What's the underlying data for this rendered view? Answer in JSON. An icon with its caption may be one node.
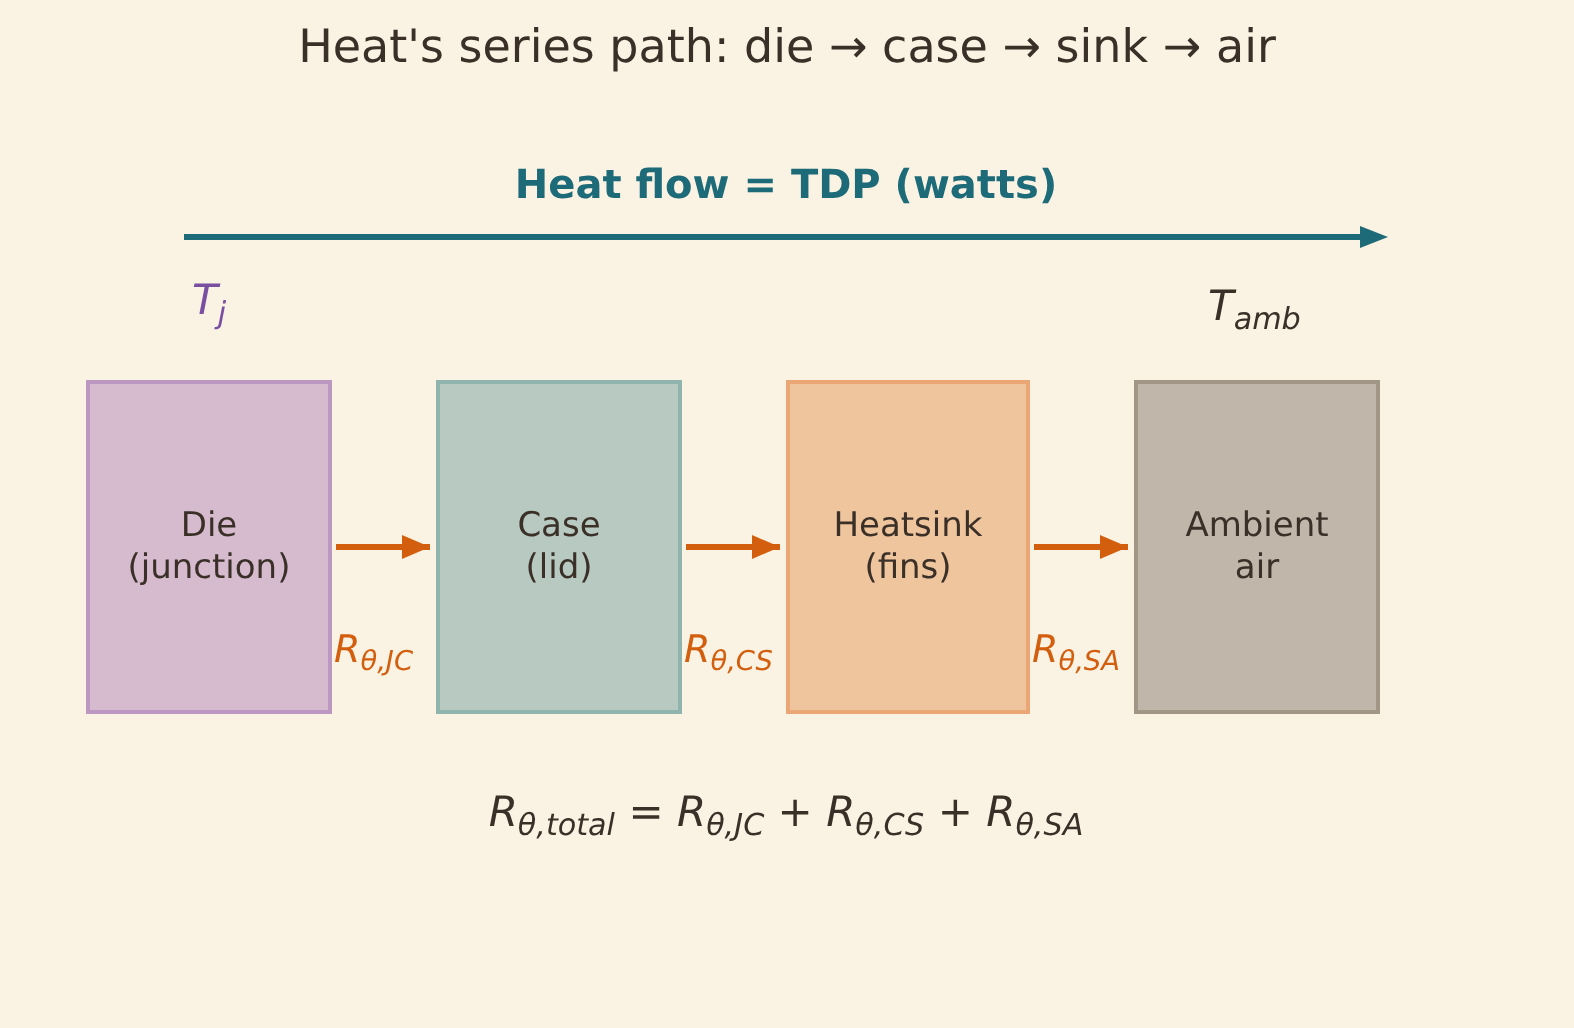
{
  "diagram": {
    "title": "Heat's series path: die → case → sink → air",
    "nodes": [
      {
        "text": [
          "Die (junction)"
        ],
        "beside": [
          "T$_{j}$"
        ]
      },
      {
        "text": [
          "Case (lid)"
        ]
      },
      {
        "text": [
          "Heatsink (fins)"
        ]
      },
      {
        "text": [
          "Ambient air"
        ],
        "beside": [
          "T$_{amb}$"
        ]
      }
    ],
    "edges": [
      {
        "from": 0,
        "to": 1,
        "arrow": "to",
        "label": "R$_{θ,JC}$"
      },
      {
        "from": 1,
        "to": 2,
        "arrow": "to",
        "label": "R$_{θ,CS}$"
      },
      {
        "from": 2,
        "to": 3,
        "arrow": "to",
        "label": "R$_{θ,SA}$"
      }
    ],
    "labels": [
      "Heat flow = TDP (watts)",
      "R$_{θ,total}$ = R$_{θ,JC}$ + R$_{θ,CS}$ + R$_{θ,SA}$"
    ]
  }
}
